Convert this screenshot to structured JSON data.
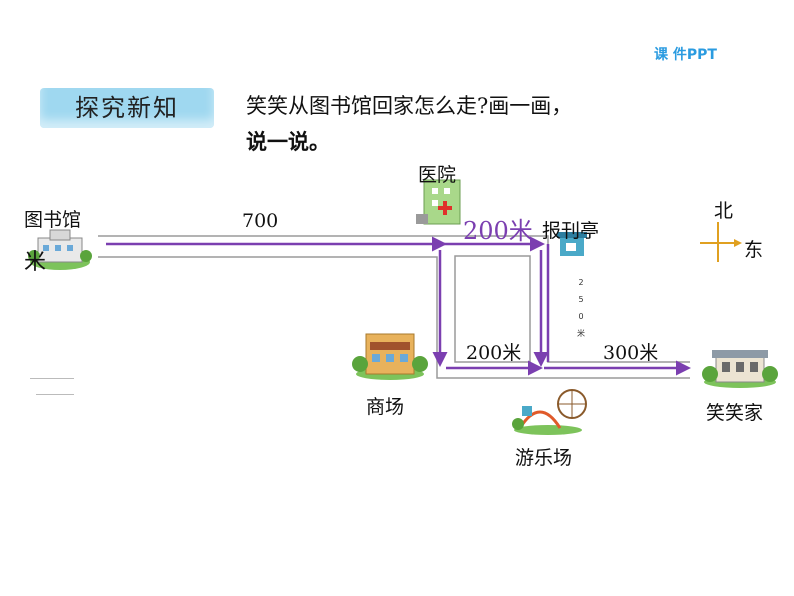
{
  "corner_tag": "课 件PPT",
  "section_title": "探究新知",
  "question": {
    "line1": "笑笑从图书馆回家怎么走?画一画，",
    "line2": "说一说。"
  },
  "places": {
    "library": "图书馆",
    "hospital": "医院",
    "kiosk": "报刊亭",
    "mall": "商场",
    "amusement_park": "游乐场",
    "home": "笑笑家"
  },
  "distances": {
    "library_to_hospital": "700",
    "library_unit": "米",
    "hospital_to_kiosk": "200米",
    "vertical_250": [
      "2",
      "5",
      "0",
      "米"
    ],
    "mall_to_park": "200米",
    "park_to_home": "300米"
  },
  "compass": {
    "north": "北",
    "east": "东"
  },
  "colors": {
    "road": "#9a9a9a",
    "route": "#7b3fb0",
    "title_bg": "#9fd8f0",
    "corner_text": "#2a9be0"
  }
}
